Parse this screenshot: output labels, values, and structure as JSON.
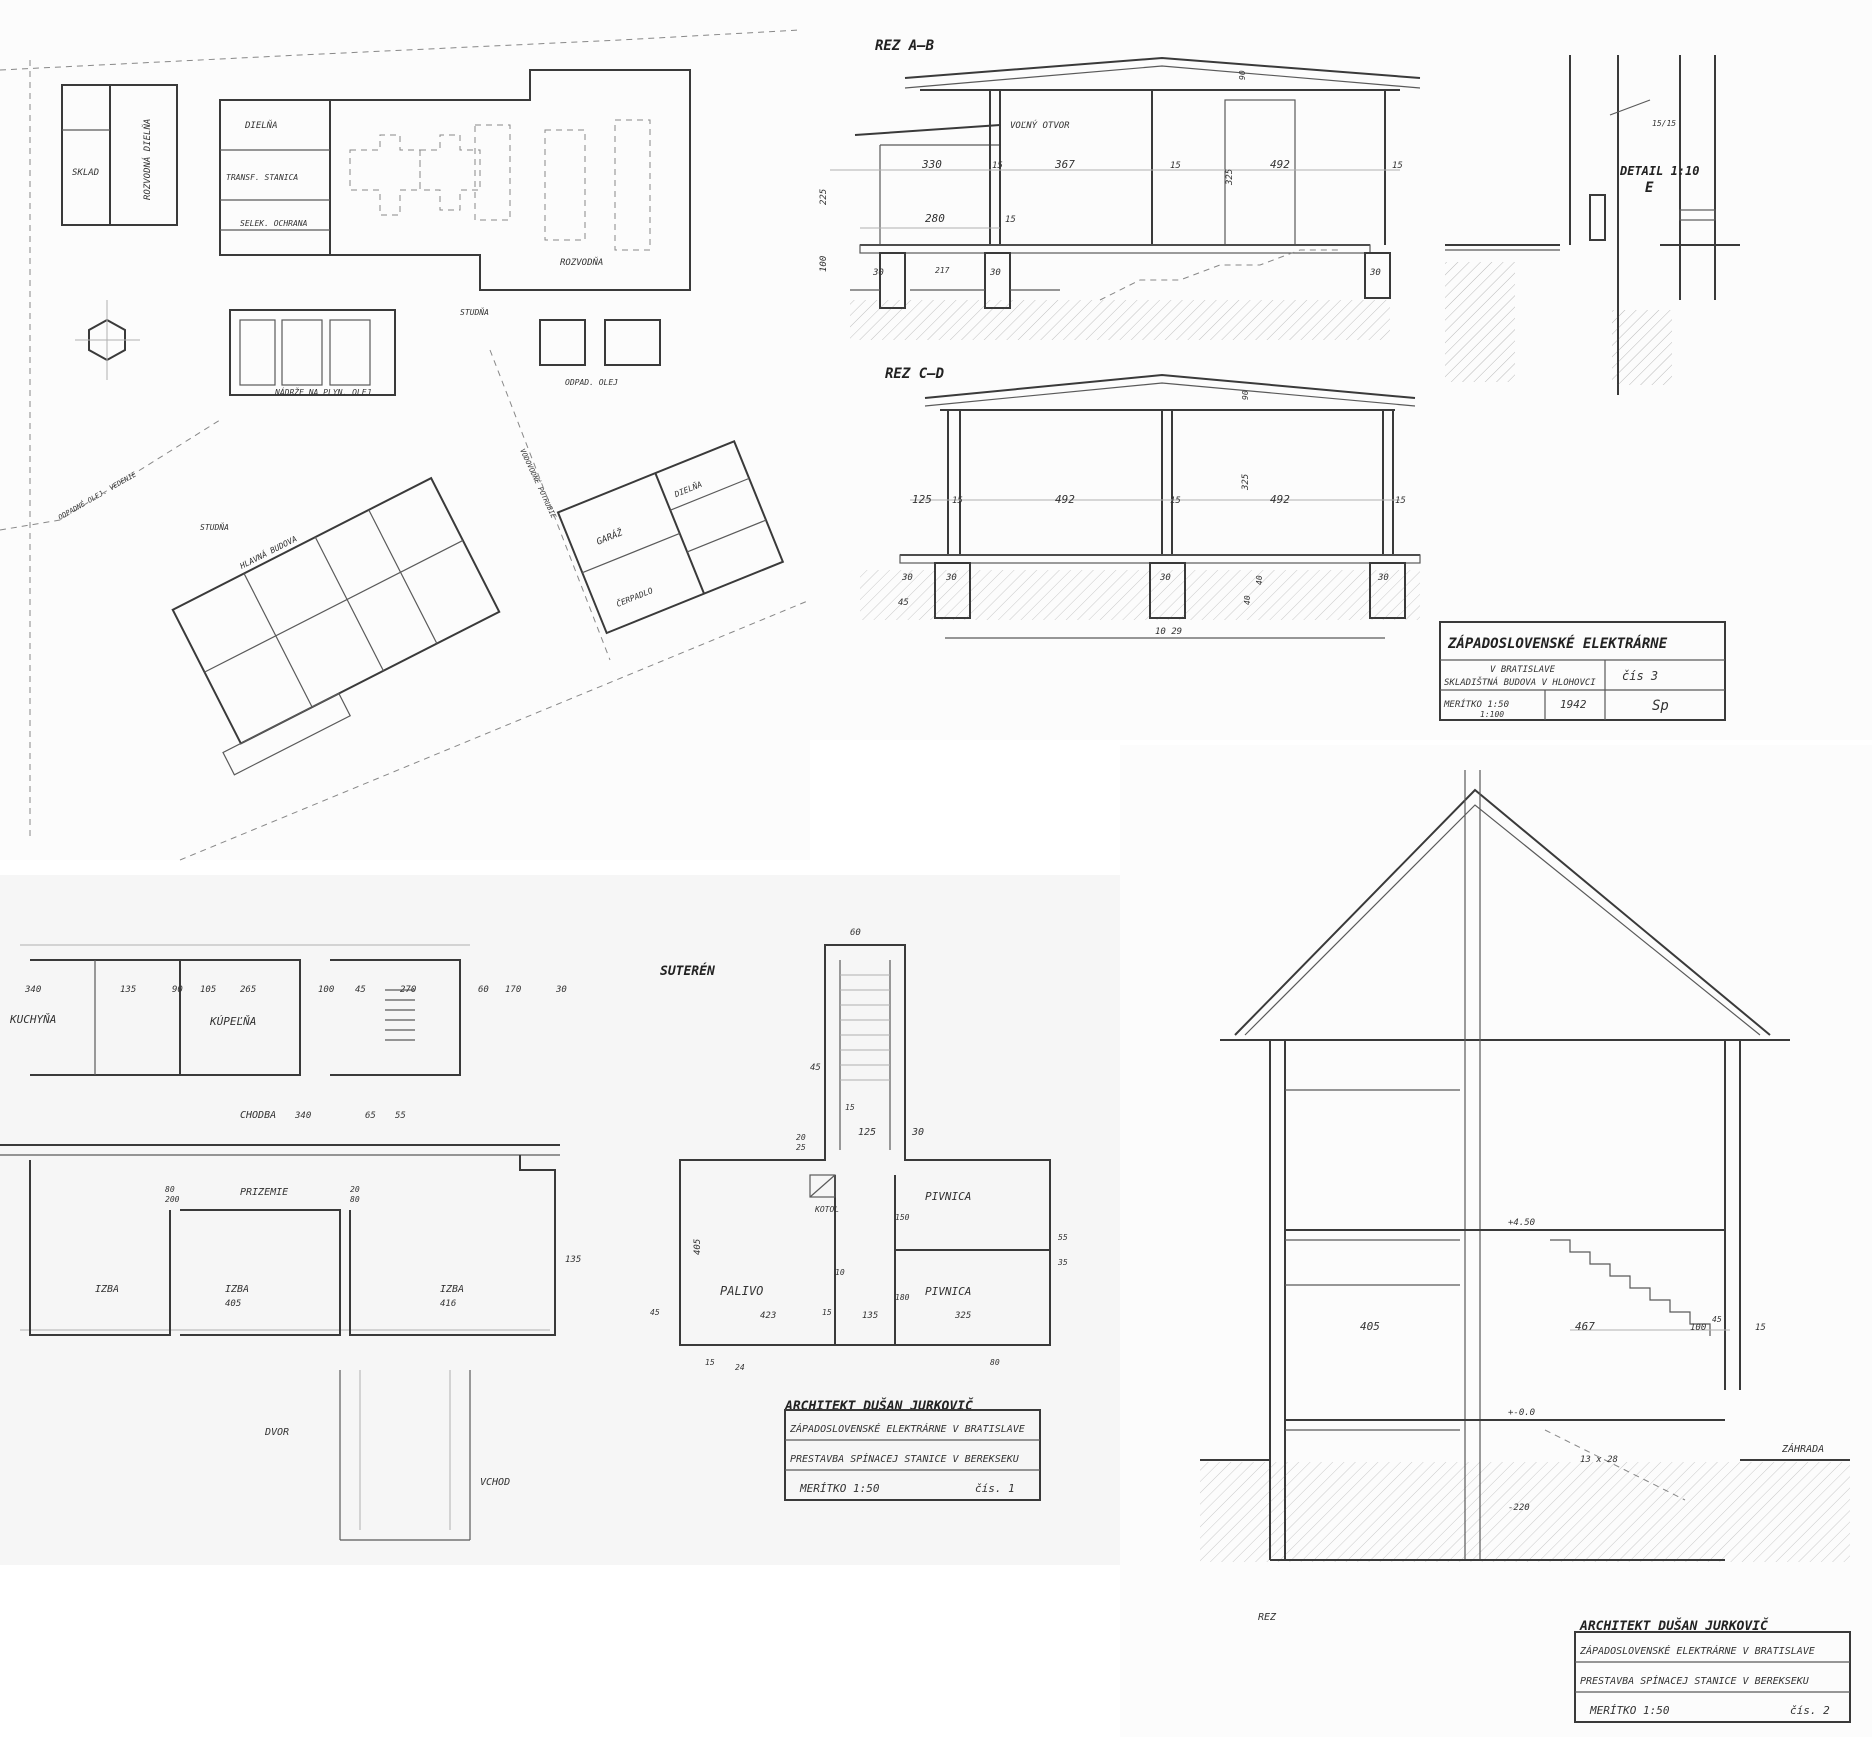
{
  "sheet1": {
    "labels": {
      "sklad": "SKLAD",
      "rozvod_dielna": "ROZVODNÁ DIELŇA",
      "dielna": "DIELŇA",
      "trafo": "TRANSF. STANICA",
      "ochrana": "SELEK. OCHRANA",
      "rozvodna": "ROZVODŇA",
      "studna1": "STUDŇA",
      "studna2": "STUDŇA",
      "nadrz": "NÁDRŽE NA PLYN. OLEJ",
      "odpad": "ODPAD. OLEJ",
      "potrubie": "ODPADNÉ OLEJ. VEDENIE",
      "hlavna": "HLAVNÁ BUDOVA",
      "garaz": "GARÁŽ",
      "dielna2": "DIELŇA",
      "cerpadlo": "ČERPADLO",
      "vedenie": "VODOVODNÉ POTRUBIE"
    }
  },
  "sheet2": {
    "rez_ab": "REZ  A–B",
    "rez_cd": "REZ  C–D",
    "volny_otvor": "VOĽNÝ OTVOR",
    "detail_title": "DETAIL 1:10",
    "detail_mark": "E",
    "detail_ratio": "15/15",
    "dims_ab": [
      "330",
      "15",
      "367",
      "15",
      "492",
      "15",
      "280",
      "15",
      "325",
      "225",
      "100",
      "30",
      "30",
      "30",
      "217",
      "90"
    ],
    "dims_cd": [
      "125",
      "15",
      "492",
      "15",
      "492",
      "15",
      "325",
      "90",
      "30",
      "30",
      "30",
      "30",
      "45",
      "40",
      "40",
      "10 29"
    ],
    "title_block": {
      "line1": "ZÁPADOSLOVENSKÉ  ELEKTRÁRNE",
      "line2": "V BRATISLAVE",
      "line3": "SKLADIŠTNÁ BUDOVA V HLOHOVCI",
      "sheet_no": "čís 3",
      "scale_label": "MERÍTKO 1:50",
      "scale_label2": "1:100",
      "year": "1942",
      "mark": "Sp"
    }
  },
  "sheet3": {
    "rooms": {
      "kuchyna": "KUCHYŇA",
      "izba1": "IZBA",
      "izba2": "IZBA",
      "izba3": "IZBA",
      "chodba": "CHODBA",
      "kupelna": "KÚPEĽŇA",
      "prizemie": "PRIZEMIE",
      "dvor": "DVOR",
      "vchod": "VCHOD"
    },
    "dims": [
      "340",
      "135",
      "90",
      "105",
      "265",
      "100",
      "45",
      "270",
      "60",
      "170",
      "30",
      "340",
      "65",
      "55",
      "80",
      "200",
      "20",
      "80",
      "405",
      "416",
      "135"
    ]
  },
  "sheet4": {
    "suteren": "SUTERÉN",
    "rooms": {
      "palivo": "PALIVO",
      "kotol": "KOTOL",
      "pivnica1": "PIVNICA",
      "pivnica2": "PIVNICA"
    },
    "dims": [
      "60",
      "45",
      "20",
      "25",
      "15",
      "125",
      "30",
      "405",
      "423",
      "15",
      "135",
      "325",
      "150",
      "180",
      "55",
      "35",
      "80",
      "24",
      "15",
      "45",
      "10"
    ],
    "title_block": {
      "architect": "ARCHITEKT DUŠAN JURKOVIČ",
      "line1": "ZÁPADOSLOVENSKÉ ELEKTRÁRNE V BRATISLAVE",
      "line2": "PRESTAVBA SPÍNACEJ STANICE V BEREKSEKU",
      "scale": "MERÍTKO   1:50",
      "sheet_no": "čís. 1"
    }
  },
  "sheet5": {
    "zahrada": "ZÁHRADA",
    "rez_label": "REZ",
    "levels": [
      "+4.50",
      "+-0.0",
      "-220"
    ],
    "dims": [
      "405",
      "467",
      "100",
      "45",
      "15",
      "13 x 28"
    ],
    "title_block": {
      "architect": "ARCHITEKT DUŠAN JURKOVIČ",
      "line1": "ZÁPADOSLOVENSKÉ ELEKTRÁRNE V BRATISLAVE",
      "line2": "PRESTAVBA SPÍNACEJ STANICE V BEREKSEKU",
      "scale": "MERÍTKO   1:50",
      "sheet_no": "čís. 2"
    }
  }
}
